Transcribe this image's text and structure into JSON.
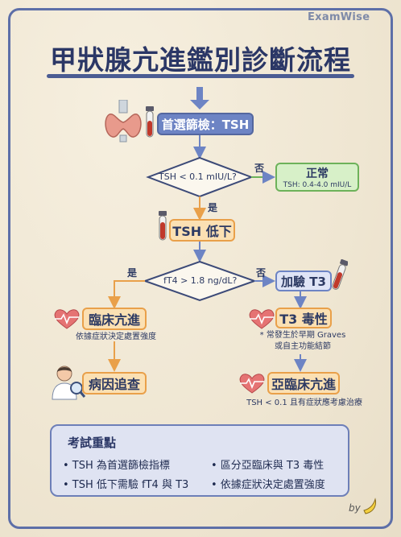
{
  "brand": "ExamWise",
  "title": "甲狀腺亢進鑑別診斷流程",
  "nodes": {
    "screen": "首選篩檢：TSH",
    "q1": "TSH < 0.1 mIU/L?",
    "normal_title": "正常",
    "normal_range": "TSH: 0.4-4.0 mIU/L",
    "tsh_low": "TSH 低下",
    "q2": "fT4 > 1.8 ng/dL?",
    "clinical": "臨床亢進",
    "clinical_note": "依據症狀決定處置強度",
    "cause": "病因追查",
    "add_t3": "加驗 T3",
    "t3_tox": "T3 毒性",
    "t3_note": "* 常發生於早期 Graves\n或自主功能結節",
    "subclinical": "亞臨床亢進",
    "subclinical_note": "TSH < 0.1 且有症狀應考慮治療"
  },
  "labels": {
    "no1": "否",
    "yes1": "是",
    "yes2": "是",
    "no2": "否"
  },
  "exam": {
    "title": "考試重點",
    "items": [
      "• TSH 為首選篩檢指標",
      "• 區分亞臨床與 T3 毒性",
      "• TSH 低下需驗 fT4 與 T3",
      "• 依據症狀決定處置強度"
    ]
  },
  "byline": "by",
  "colors": {
    "navy": "#2b3766",
    "blue": "#6d84c4",
    "orange": "#e9a04a",
    "green": "#6db25a",
    "red": "#c0392b"
  },
  "icons": [
    "thyroid-icon",
    "blood-tube-icon",
    "heartbeat-icon",
    "doctor-icon",
    "banana-icon"
  ]
}
